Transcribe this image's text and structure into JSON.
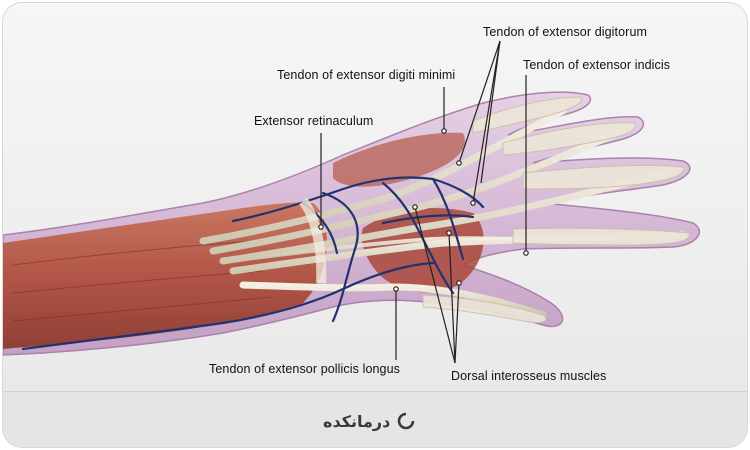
{
  "labels": {
    "extensor_digitorum": "Tendon of extensor digitorum",
    "extensor_digiti_minimi": "Tendon of extensor digiti minimi",
    "extensor_indicis": "Tendon of extensor indicis",
    "extensor_retinaculum": "Extensor retinaculum",
    "extensor_pollicis_longus": "Tendon of extensor pollicis longus",
    "dorsal_interosseus": "Dorsal interosseus muscles"
  },
  "brand": {
    "name": "درمانکده",
    "logo_icon": "brand-circle-logo-icon"
  },
  "colors": {
    "muscle": "#b5553f",
    "tendon": "#e8e2d2",
    "vein": "#23326e",
    "skin": "#c6a0c6"
  }
}
